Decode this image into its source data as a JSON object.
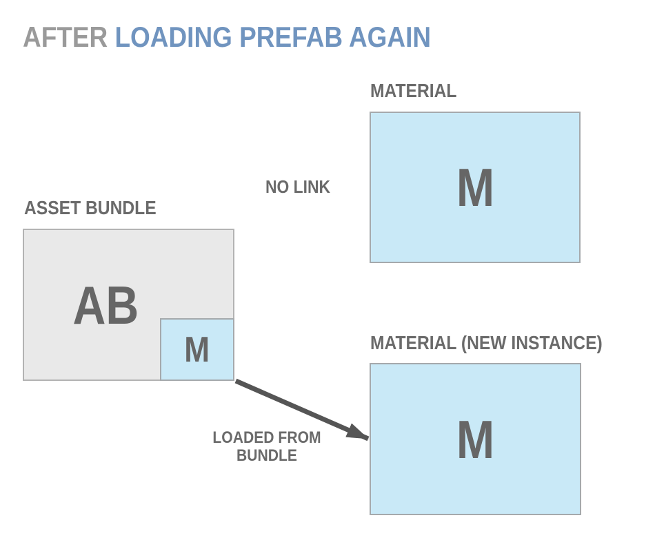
{
  "title": {
    "prefix": "AFTER",
    "highlight": "LOADING PREFAB AGAIN"
  },
  "labels": {
    "asset_bundle": "ASSET BUNDLE",
    "material_top": "MATERIAL",
    "material_new_instance": "MATERIAL (NEW INSTANCE)",
    "no_link": "NO LINK",
    "loaded_from_bundle": "LOADED FROM BUNDLE"
  },
  "boxes": {
    "asset_bundle": {
      "text": "AB"
    },
    "bundle_material": {
      "text": "M"
    },
    "material_top": {
      "text": "M"
    },
    "material_new_instance": {
      "text": "M"
    }
  },
  "connections": [
    {
      "from": "bundle-material",
      "to": "material-new-instance",
      "style": "arrow",
      "label": "LOADED FROM BUNDLE"
    },
    {
      "from": "asset-bundle",
      "to": "material-top",
      "style": "none",
      "label": "NO LINK"
    }
  ],
  "colors": {
    "background": "#ffffff",
    "title_gray": "#9a9a9a",
    "title_blue": "#7094bf",
    "label_gray": "#6a6a6a",
    "letter_gray": "#666666",
    "box_blue_fill": "#c9e9f7",
    "box_blue_border": "#a5a9ac",
    "box_gray_fill": "#e9e9e9",
    "box_gray_border": "#b3b3b3",
    "arrow": "#555555"
  }
}
